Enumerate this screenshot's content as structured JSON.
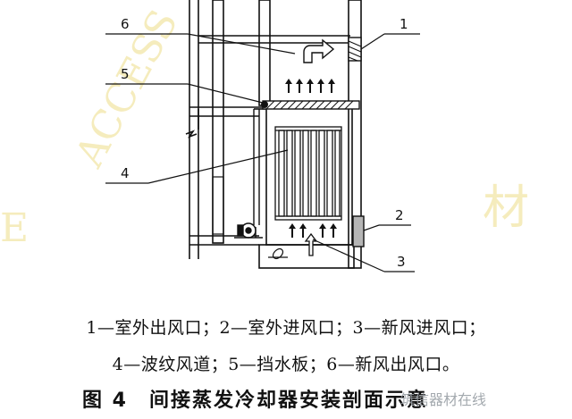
{
  "diagram": {
    "callouts": [
      "1",
      "2",
      "3",
      "4",
      "5",
      "6"
    ],
    "legend_line1": "1—室外出风口；2—室外进风口；3—新风进风口；",
    "legend_line2": "4—波纹风道；5—挡水板；6—新风出风口。",
    "caption": "图 4　间接蒸发冷却器安装剖面示意",
    "watermark_text": "ACCESS",
    "watermark_char": "材",
    "watermark_char2": "E",
    "source_tag": "筑信器材在线"
  },
  "colors": {
    "line": "#111111",
    "watermark": "#f2e6a8",
    "grey": "#9aa0a6"
  }
}
